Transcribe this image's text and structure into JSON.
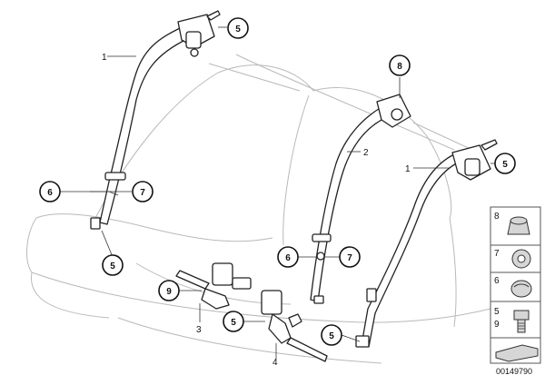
{
  "callouts": {
    "c5_top": "5",
    "c8": "8",
    "c6_left": "6",
    "c7_left": "7",
    "c5_left": "5",
    "c5_right_top": "5",
    "c6_mid": "6",
    "c7_mid": "7",
    "c9": "9",
    "c5_bottom": "5",
    "c5_lower_right": "5"
  },
  "labels": {
    "belt_left": "1",
    "belt_center": "2",
    "belt_right": "1",
    "buckle_left": "3",
    "buckle_right": "4"
  },
  "key": {
    "row1": "8",
    "row2": "7",
    "row3": "6",
    "row4a": "5",
    "row4b": "9"
  },
  "diagram_id": "00149790"
}
